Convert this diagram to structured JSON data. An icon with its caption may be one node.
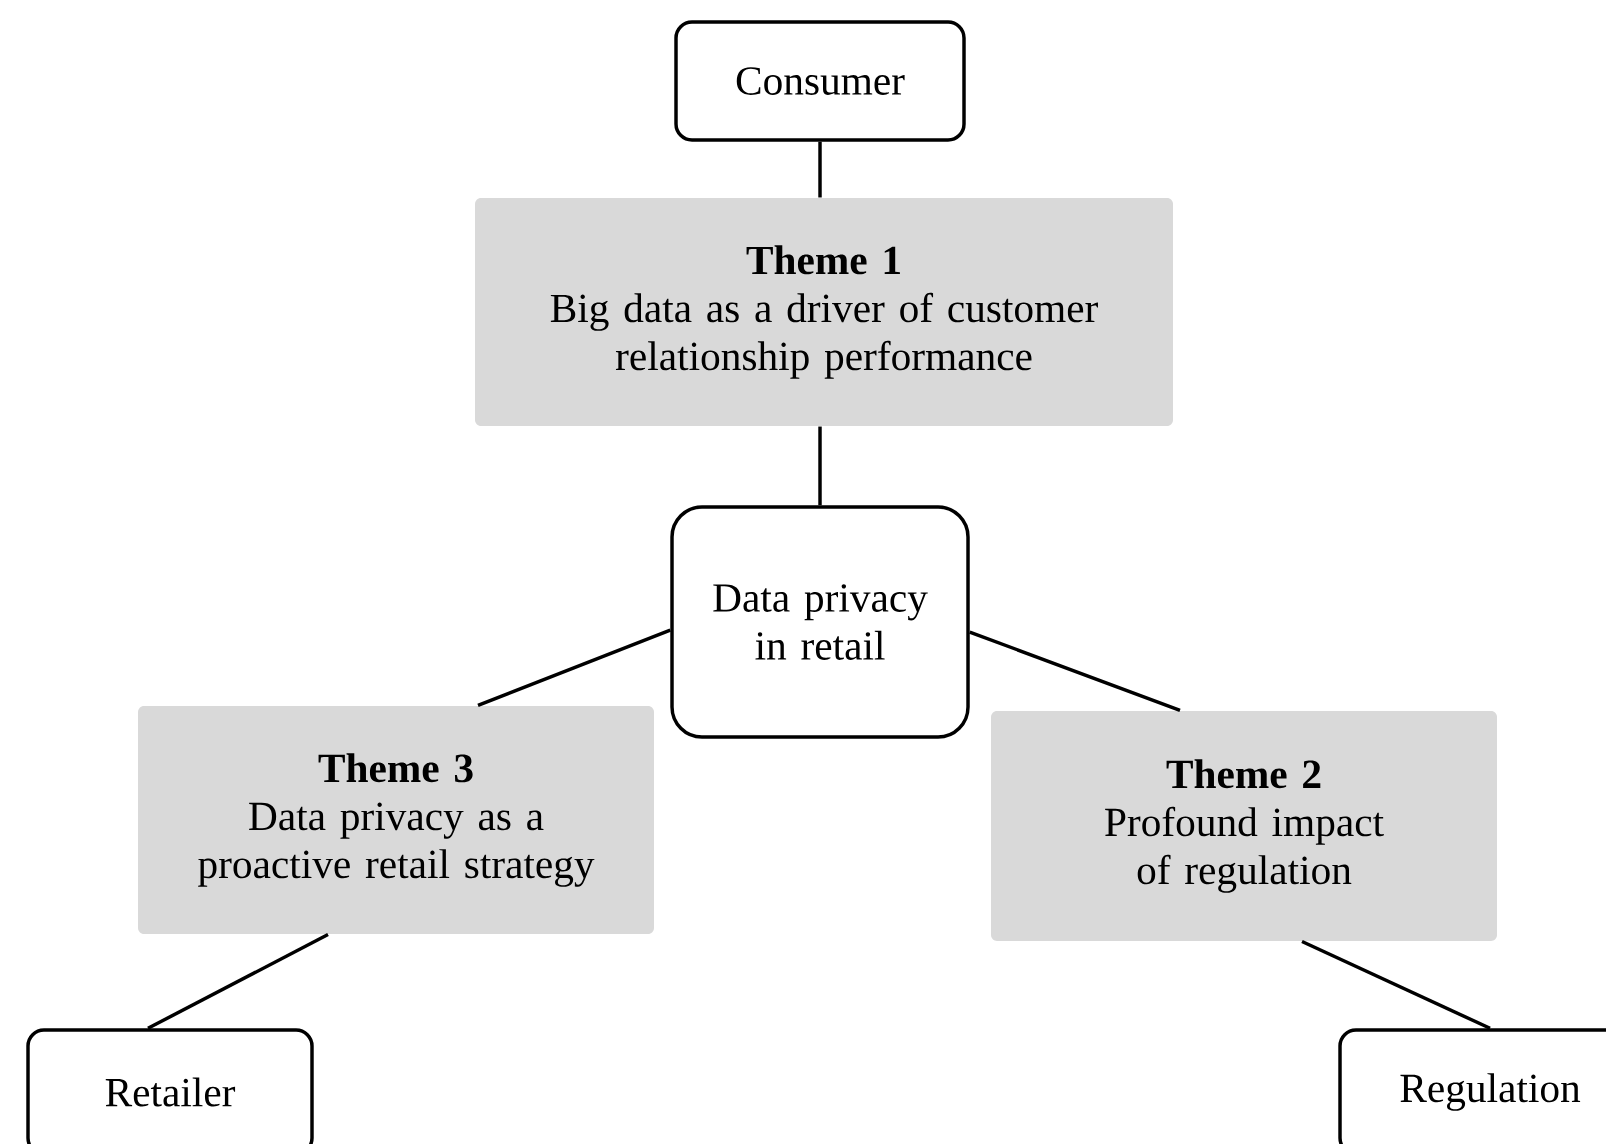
{
  "diagram": {
    "nodes": [
      {
        "text": [
          "Consumer"
        ]
      },
      {
        "text": [
          "Theme 1",
          "Big data as a driver of customer relationship performance"
        ]
      },
      {
        "text": [
          "Data privacy in retail"
        ]
      },
      {
        "text": [
          "Theme 3",
          "Data privacy as a proactive retail strategy"
        ]
      },
      {
        "text": [
          "Theme 2",
          "Profound impact of regulation"
        ]
      },
      {
        "text": [
          "Retailer"
        ]
      },
      {
        "text": [
          "Regulation"
        ]
      }
    ],
    "edges": [
      {
        "from": 0,
        "to": 1,
        "arrow": "none"
      },
      {
        "from": 1,
        "to": 2,
        "arrow": "none"
      },
      {
        "from": 2,
        "to": 3,
        "arrow": "none"
      },
      {
        "from": 2,
        "to": 4,
        "arrow": "none"
      },
      {
        "from": 3,
        "to": 5,
        "arrow": "none"
      },
      {
        "from": 4,
        "to": 6,
        "arrow": "none"
      }
    ]
  }
}
